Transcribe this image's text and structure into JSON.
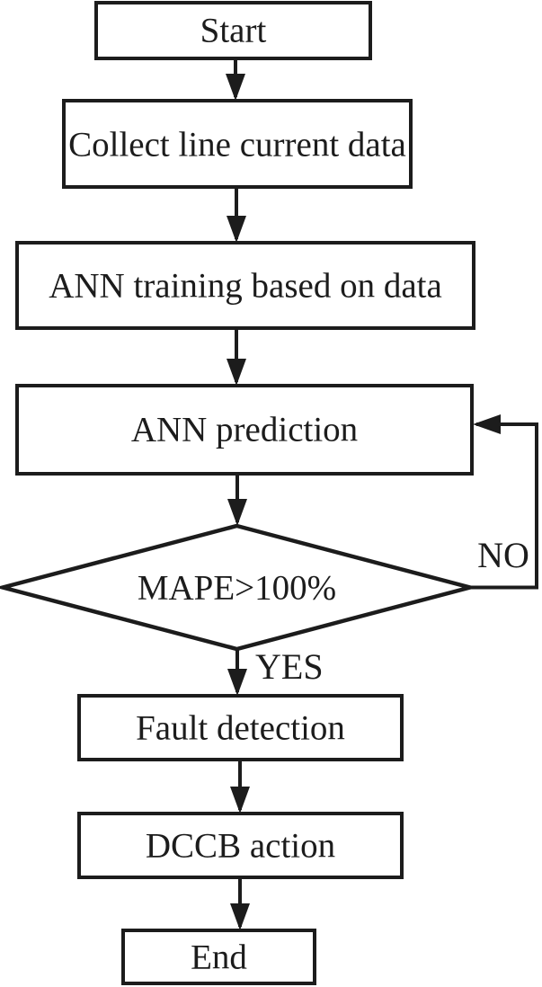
{
  "diagram": {
    "type": "flowchart",
    "nodes": {
      "start": {
        "shape": "rect",
        "label": "Start"
      },
      "collect": {
        "shape": "rect",
        "label": "Collect line current data"
      },
      "train": {
        "shape": "rect",
        "label": "ANN training based on data"
      },
      "predict": {
        "shape": "rect",
        "label": "ANN prediction"
      },
      "decision": {
        "shape": "diamond",
        "label": "MAPE>100%"
      },
      "fault": {
        "shape": "rect",
        "label": "Fault detection"
      },
      "dccb": {
        "shape": "rect",
        "label": "DCCB action"
      },
      "end": {
        "shape": "rect",
        "label": "End"
      }
    },
    "edges": [
      {
        "from": "Start",
        "to": "Collect line current data"
      },
      {
        "from": "Collect line current data",
        "to": "ANN training based on data"
      },
      {
        "from": "ANN training based on data",
        "to": "ANN prediction"
      },
      {
        "from": "ANN prediction",
        "to": "MAPE>100%"
      },
      {
        "from": "MAPE>100%",
        "to": "Fault detection",
        "label": "YES"
      },
      {
        "from": "MAPE>100%",
        "to": "ANN prediction",
        "label": "NO"
      },
      {
        "from": "Fault detection",
        "to": "DCCB action"
      },
      {
        "from": "DCCB action",
        "to": "End"
      }
    ],
    "colors": {
      "line": "#1c1c1c",
      "node_fill": "#ffffff",
      "background": "#ffffff",
      "text": "#1c1c1c"
    }
  }
}
